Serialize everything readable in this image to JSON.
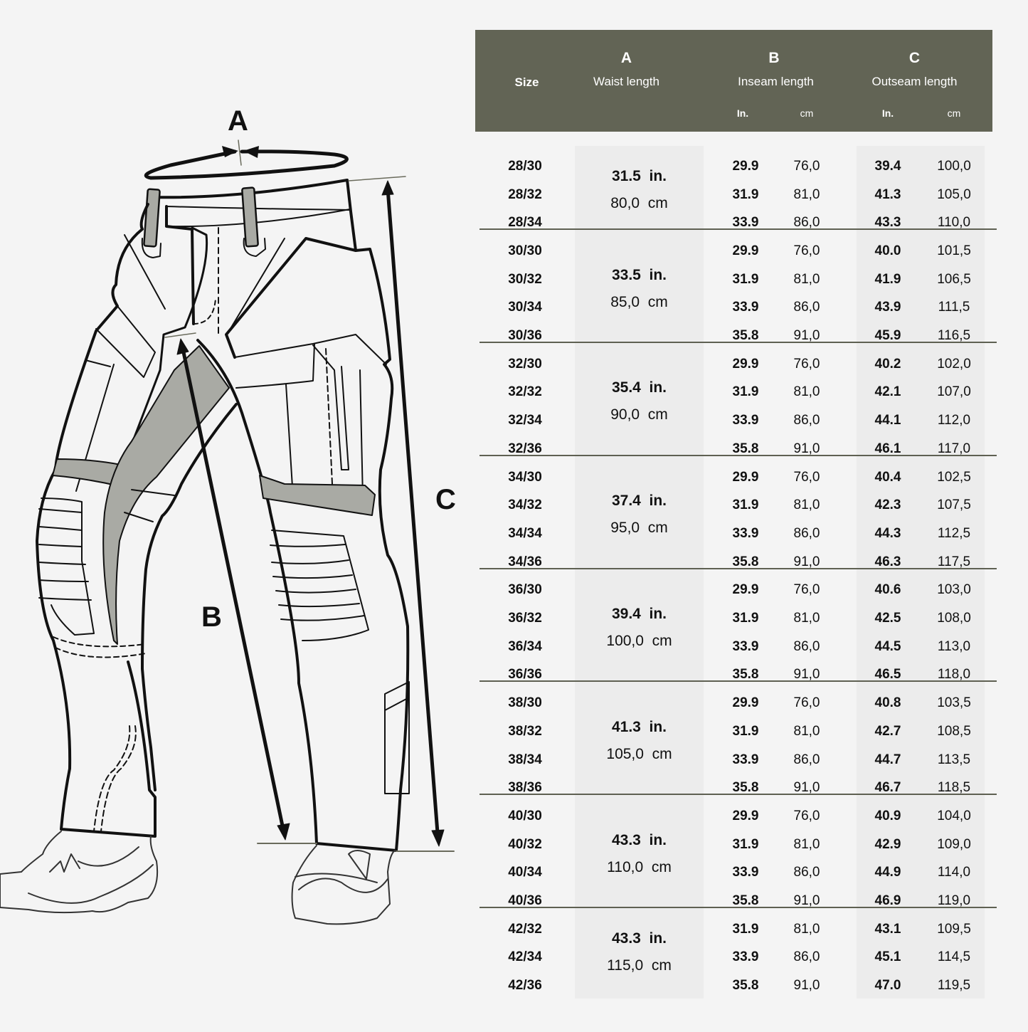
{
  "illustration": {
    "labels": {
      "a": "A",
      "b": "B",
      "c": "C"
    },
    "colors": {
      "accent_fill": "#a9aaa4",
      "line": "#111111",
      "guide": "#6a6b5c"
    }
  },
  "header": {
    "size_label": "Size",
    "a_letter": "A",
    "a_label": "Waist length",
    "b_letter": "B",
    "b_label": "Inseam length",
    "c_letter": "C",
    "c_label": "Outseam length",
    "units": {
      "in": "In.",
      "cm": "cm"
    },
    "bg_color": "#626455"
  },
  "groups": [
    {
      "waist_in": "31.5  in.",
      "waist_cm": "80,0  cm",
      "rows": [
        {
          "size": "28/30",
          "b_in": "29.9",
          "b_cm": "76,0",
          "c_in": "39.4",
          "c_cm": "100,0"
        },
        {
          "size": "28/32",
          "b_in": "31.9",
          "b_cm": "81,0",
          "c_in": "41.3",
          "c_cm": "105,0"
        },
        {
          "size": "28/34",
          "b_in": "33.9",
          "b_cm": "86,0",
          "c_in": "43.3",
          "c_cm": "110,0"
        }
      ]
    },
    {
      "waist_in": "33.5  in.",
      "waist_cm": "85,0  cm",
      "rows": [
        {
          "size": "30/30",
          "b_in": "29.9",
          "b_cm": "76,0",
          "c_in": "40.0",
          "c_cm": "101,5"
        },
        {
          "size": "30/32",
          "b_in": "31.9",
          "b_cm": "81,0",
          "c_in": "41.9",
          "c_cm": "106,5"
        },
        {
          "size": "30/34",
          "b_in": "33.9",
          "b_cm": "86,0",
          "c_in": "43.9",
          "c_cm": "111,5"
        },
        {
          "size": "30/36",
          "b_in": "35.8",
          "b_cm": "91,0",
          "c_in": "45.9",
          "c_cm": "116,5"
        }
      ]
    },
    {
      "waist_in": "35.4  in.",
      "waist_cm": "90,0  cm",
      "rows": [
        {
          "size": "32/30",
          "b_in": "29.9",
          "b_cm": "76,0",
          "c_in": "40.2",
          "c_cm": "102,0"
        },
        {
          "size": "32/32",
          "b_in": "31.9",
          "b_cm": "81,0",
          "c_in": "42.1",
          "c_cm": "107,0"
        },
        {
          "size": "32/34",
          "b_in": "33.9",
          "b_cm": "86,0",
          "c_in": "44.1",
          "c_cm": "112,0"
        },
        {
          "size": "32/36",
          "b_in": "35.8",
          "b_cm": "91,0",
          "c_in": "46.1",
          "c_cm": "117,0"
        }
      ]
    },
    {
      "waist_in": "37.4  in.",
      "waist_cm": "95,0  cm",
      "rows": [
        {
          "size": "34/30",
          "b_in": "29.9",
          "b_cm": "76,0",
          "c_in": "40.4",
          "c_cm": "102,5"
        },
        {
          "size": "34/32",
          "b_in": "31.9",
          "b_cm": "81,0",
          "c_in": "42.3",
          "c_cm": "107,5"
        },
        {
          "size": "34/34",
          "b_in": "33.9",
          "b_cm": "86,0",
          "c_in": "44.3",
          "c_cm": "112,5"
        },
        {
          "size": "34/36",
          "b_in": "35.8",
          "b_cm": "91,0",
          "c_in": "46.3",
          "c_cm": "117,5"
        }
      ]
    },
    {
      "waist_in": "39.4  in.",
      "waist_cm": "100,0  cm",
      "rows": [
        {
          "size": "36/30",
          "b_in": "29.9",
          "b_cm": "76,0",
          "c_in": "40.6",
          "c_cm": "103,0"
        },
        {
          "size": "36/32",
          "b_in": "31.9",
          "b_cm": "81,0",
          "c_in": "42.5",
          "c_cm": "108,0"
        },
        {
          "size": "36/34",
          "b_in": "33.9",
          "b_cm": "86,0",
          "c_in": "44.5",
          "c_cm": "113,0"
        },
        {
          "size": "36/36",
          "b_in": "35.8",
          "b_cm": "91,0",
          "c_in": "46.5",
          "c_cm": "118,0"
        }
      ]
    },
    {
      "waist_in": "41.3  in.",
      "waist_cm": "105,0  cm",
      "rows": [
        {
          "size": "38/30",
          "b_in": "29.9",
          "b_cm": "76,0",
          "c_in": "40.8",
          "c_cm": "103,5"
        },
        {
          "size": "38/32",
          "b_in": "31.9",
          "b_cm": "81,0",
          "c_in": "42.7",
          "c_cm": "108,5"
        },
        {
          "size": "38/34",
          "b_in": "33.9",
          "b_cm": "86,0",
          "c_in": "44.7",
          "c_cm": "113,5"
        },
        {
          "size": "38/36",
          "b_in": "35.8",
          "b_cm": "91,0",
          "c_in": "46.7",
          "c_cm": "118,5"
        }
      ]
    },
    {
      "waist_in": "43.3  in.",
      "waist_cm": "110,0  cm",
      "rows": [
        {
          "size": "40/30",
          "b_in": "29.9",
          "b_cm": "76,0",
          "c_in": "40.9",
          "c_cm": "104,0"
        },
        {
          "size": "40/32",
          "b_in": "31.9",
          "b_cm": "81,0",
          "c_in": "42.9",
          "c_cm": "109,0"
        },
        {
          "size": "40/34",
          "b_in": "33.9",
          "b_cm": "86,0",
          "c_in": "44.9",
          "c_cm": "114,0"
        },
        {
          "size": "40/36",
          "b_in": "35.8",
          "b_cm": "91,0",
          "c_in": "46.9",
          "c_cm": "119,0"
        }
      ]
    },
    {
      "waist_in": "43.3  in.",
      "waist_cm": "115,0  cm",
      "rows": [
        {
          "size": "42/32",
          "b_in": "31.9",
          "b_cm": "81,0",
          "c_in": "43.1",
          "c_cm": "109,5"
        },
        {
          "size": "42/34",
          "b_in": "33.9",
          "b_cm": "86,0",
          "c_in": "45.1",
          "c_cm": "114,5"
        },
        {
          "size": "42/36",
          "b_in": "35.8",
          "b_cm": "91,0",
          "c_in": "47.0",
          "c_cm": "119,5"
        }
      ]
    }
  ]
}
